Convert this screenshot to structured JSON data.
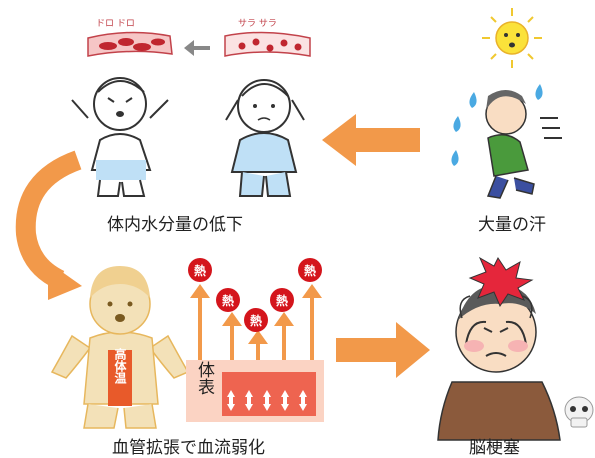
{
  "labels": {
    "dehydration": "体内水分量の低下",
    "sweat": "大量の汗",
    "vasodilation": "血管拡張で血流弱化",
    "stroke": "脳梗塞"
  },
  "blood": {
    "thick": "ドロ ドロ",
    "thin": "サラ サラ"
  },
  "badges": {
    "high_temp": "高体温",
    "heat": "熱",
    "body_surface": "体表"
  },
  "colors": {
    "arrow": "#f2994a",
    "heat": "#d4151c",
    "skin": "#f3e1b8",
    "face_red": "#e5263b"
  }
}
